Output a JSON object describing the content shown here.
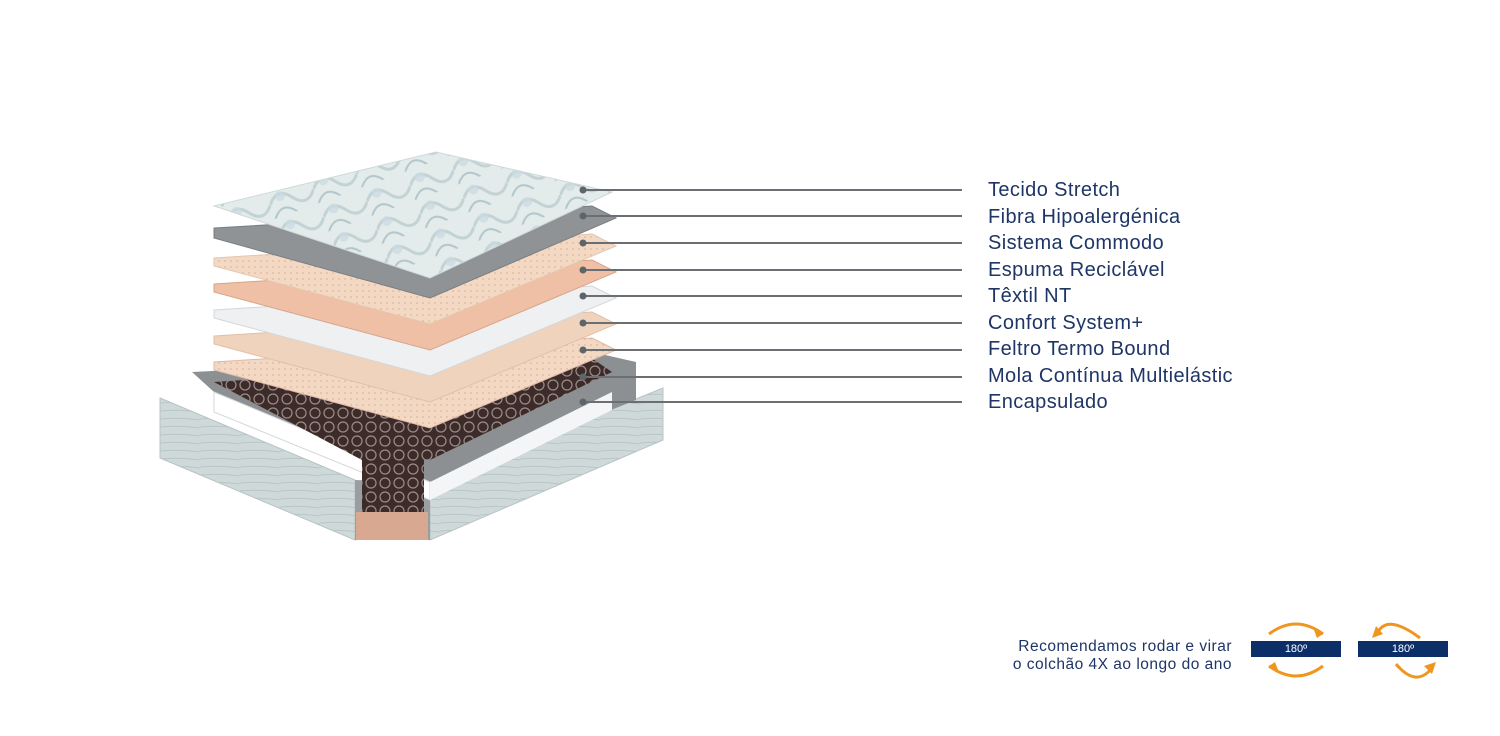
{
  "layers": [
    "Tecido Stretch",
    "Fibra Hipoalergénica",
    "Sistema Commodo",
    "Espuma Reciclável",
    "Têxtil NT",
    "Confort System+",
    "Feltro Termo Bound",
    "Mola Contínua Multielástic",
    "Encapsulado"
  ],
  "note": {
    "line1": "Recomendamos rodar e virar",
    "line2": "o colchão 4X ao longo do ano"
  },
  "badges": [
    {
      "label": "180º",
      "icon": "rotate-horizontal-icon"
    },
    {
      "label": "180º",
      "icon": "flip-vertical-icon"
    }
  ],
  "colors": {
    "text": "#1e3566",
    "leader_line": "#6b6f73",
    "badge_bar": "#0d2f68",
    "arrow": "#f0951e"
  }
}
